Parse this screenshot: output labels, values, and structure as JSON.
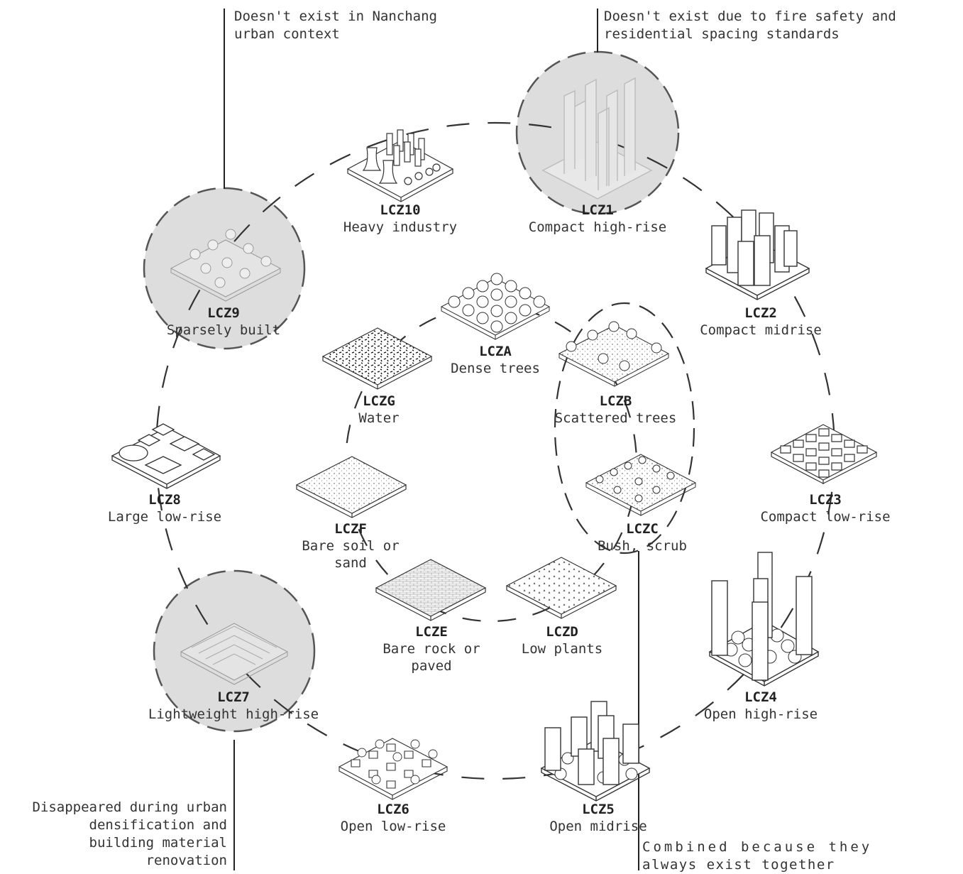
{
  "zones": {
    "lcz1": {
      "code": "LCZ1",
      "name": "Compact high-rise"
    },
    "lcz2": {
      "code": "LCZ2",
      "name": "Compact midrise"
    },
    "lcz3": {
      "code": "LCZ3",
      "name": "Compact low-rise"
    },
    "lcz4": {
      "code": "LCZ4",
      "name": "Open high-rise"
    },
    "lcz5": {
      "code": "LCZ5",
      "name": "Open midrise"
    },
    "lcz6": {
      "code": "LCZ6",
      "name": "Open low-rise"
    },
    "lcz7": {
      "code": "LCZ7",
      "name": "Lightweight high-rise"
    },
    "lcz8": {
      "code": "LCZ8",
      "name": "Large low-rise"
    },
    "lcz9": {
      "code": "LCZ9",
      "name": "Sparsely built"
    },
    "lcz10": {
      "code": "LCZ10",
      "name": "Heavy industry"
    },
    "lcza": {
      "code": "LCZA",
      "name": "Dense trees"
    },
    "lczb": {
      "code": "LCZB",
      "name": "Scattered trees"
    },
    "lczc": {
      "code": "LCZC",
      "name": "Bush, scrub"
    },
    "lczd": {
      "code": "LCZD",
      "name": "Low plants"
    },
    "lcze": {
      "code": "LCZE",
      "name_line1": "Bare rock or",
      "name_line2": "paved"
    },
    "lczf": {
      "code": "LCZF",
      "name_line1": "Bare soil or",
      "name_line2": "sand"
    },
    "lczg": {
      "code": "LCZG",
      "name": "Water"
    }
  },
  "notes": {
    "lcz9": {
      "line1": "Doesn't exist in Nanchang",
      "line2": "urban context"
    },
    "lcz1": {
      "line1": "Doesn't exist due to fire safety and",
      "line2": "residential spacing standards"
    },
    "lcz7": {
      "line1": "Disappeared during urban",
      "line2": "densification and",
      "line3": "building material",
      "line4": "renovation"
    },
    "lczbc": {
      "line1": "Combined because they",
      "line2": "always exist together"
    }
  },
  "colors": {
    "highlight": "#dddddd",
    "line": "#222222",
    "dash": "#333333"
  }
}
